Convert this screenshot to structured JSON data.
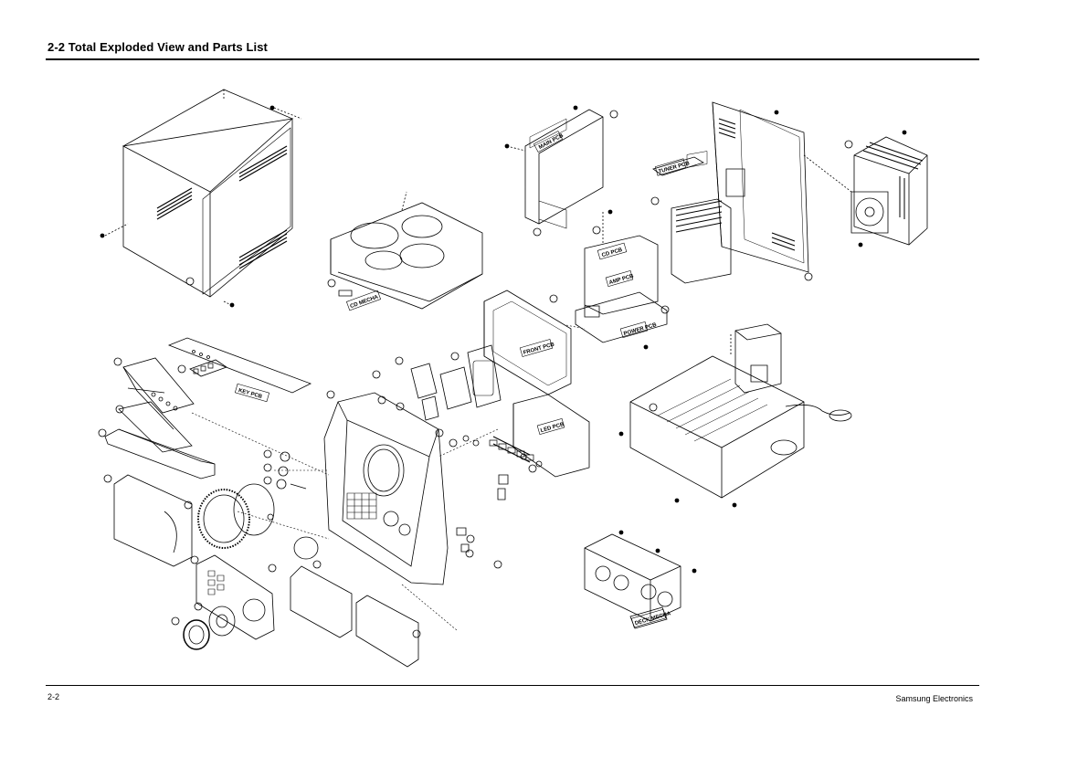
{
  "header": {
    "title": "2-2 Total Exploded View and Parts List"
  },
  "footer": {
    "page_number": "2-2",
    "company": "Samsung Electronics"
  },
  "diagram_labels": {
    "main_pcb": "MAIN PCB",
    "tuner_pcb": "TUNER PCB",
    "front_pcb": "FRONT PCB",
    "amp_pcb": "AMP PCB",
    "led_pcb": "LED PCB",
    "cd_mecha": "CD MECHA",
    "deck_mecha": "DECK MECHA",
    "key_pcb": "KEY PCB",
    "power_pcb": "POWER PCB",
    "cd_pcb": "CD PCB"
  }
}
